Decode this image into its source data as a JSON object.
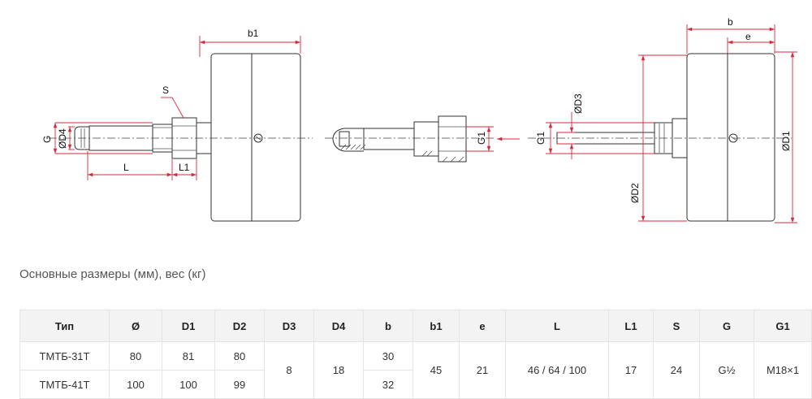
{
  "drawing": {
    "left_view": {
      "b1": "b1",
      "S": "S",
      "G": "G",
      "D4": "ØD4",
      "L": "L",
      "L1": "L1"
    },
    "middle_view": {
      "G1": "G1"
    },
    "right_view": {
      "b": "b",
      "e": "e",
      "D3": "ØD3",
      "G1": "G1",
      "D2": "ØD2",
      "D1": "ØD1"
    }
  },
  "caption": "Основные размеры (мм), вес (кг)",
  "table": {
    "headers": [
      "Тип",
      "Ø",
      "D1",
      "D2",
      "D3",
      "D4",
      "b",
      "b1",
      "e",
      "L",
      "L1",
      "S",
      "G",
      "G1"
    ],
    "rows": [
      {
        "type": "ТМТБ-31Т",
        "diameter": "80",
        "D1": "81",
        "D2": "80",
        "b": "30"
      },
      {
        "type": "ТМТБ-41Т",
        "diameter": "100",
        "D1": "100",
        "D2": "99",
        "b": "32"
      }
    ],
    "shared": {
      "D3": "8",
      "D4": "18",
      "b1": "45",
      "e": "21",
      "L": "46 / 64 / 100",
      "L1": "17",
      "S": "24",
      "G": "G½",
      "G1": "M18×1"
    }
  }
}
